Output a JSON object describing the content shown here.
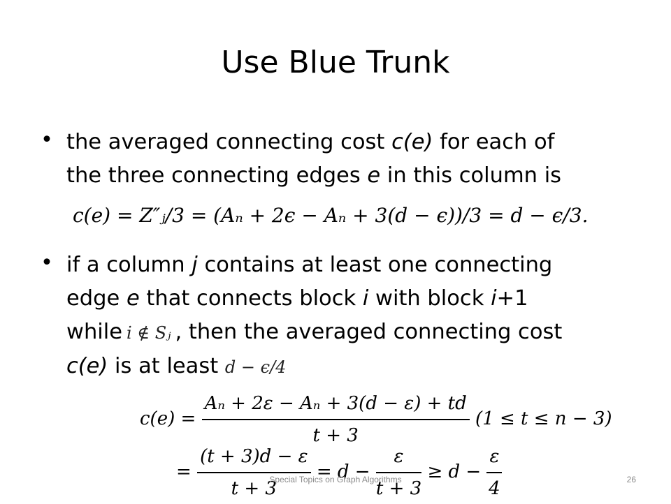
{
  "slide": {
    "title": "Use Blue Trunk",
    "bullet_char": "•",
    "bullet1": {
      "line1_pre": "the averaged connecting cost ",
      "line1_em": "c(e)",
      "line1_post": " for each of",
      "line2_pre": "the three connecting edges ",
      "line2_em": "e",
      "line2_post": " in this column is"
    },
    "equation1": "c(e) = Z″ⱼ/3 = (Aₙ + 2ϵ − Aₙ + 3(d − ϵ))/3 = d − ϵ/3.",
    "bullet2": {
      "l1_a": "if a column ",
      "l1_j": "j",
      "l1_b": " contains at least one connecting",
      "l2_e": "e",
      "l2_a": "edge ",
      "l2_b": " that connects block ",
      "l2_i": "i",
      "l2_c": " with block ",
      "l2_i1": "i",
      "l2_d": "+1",
      "l3_a": "while",
      "l3_math": "i ∉ Sⱼ",
      "l3_b": ", then the averaged connecting cost",
      "l4_em": "c(e)",
      "l4_a": " is at least ",
      "l4_math": "d − ϵ/4"
    },
    "equation2": {
      "lhs": "c(e) =",
      "num": "Aₙ + 2ε − Aₙ + 3(d − ε) + td",
      "den": "t + 3",
      "cond": "(1 ≤ t ≤ n − 3)"
    },
    "equation3": {
      "eq": "=",
      "num1": "(t + 3)d − ε",
      "den1": "t + 3",
      "mid": "= d −",
      "num2": "ε",
      "den2": "t + 3",
      "ge": "≥ d −",
      "num3": "ε",
      "den3": "4"
    },
    "footer": {
      "course": "Special Topics on Graph Algorithms",
      "page": "26"
    }
  }
}
